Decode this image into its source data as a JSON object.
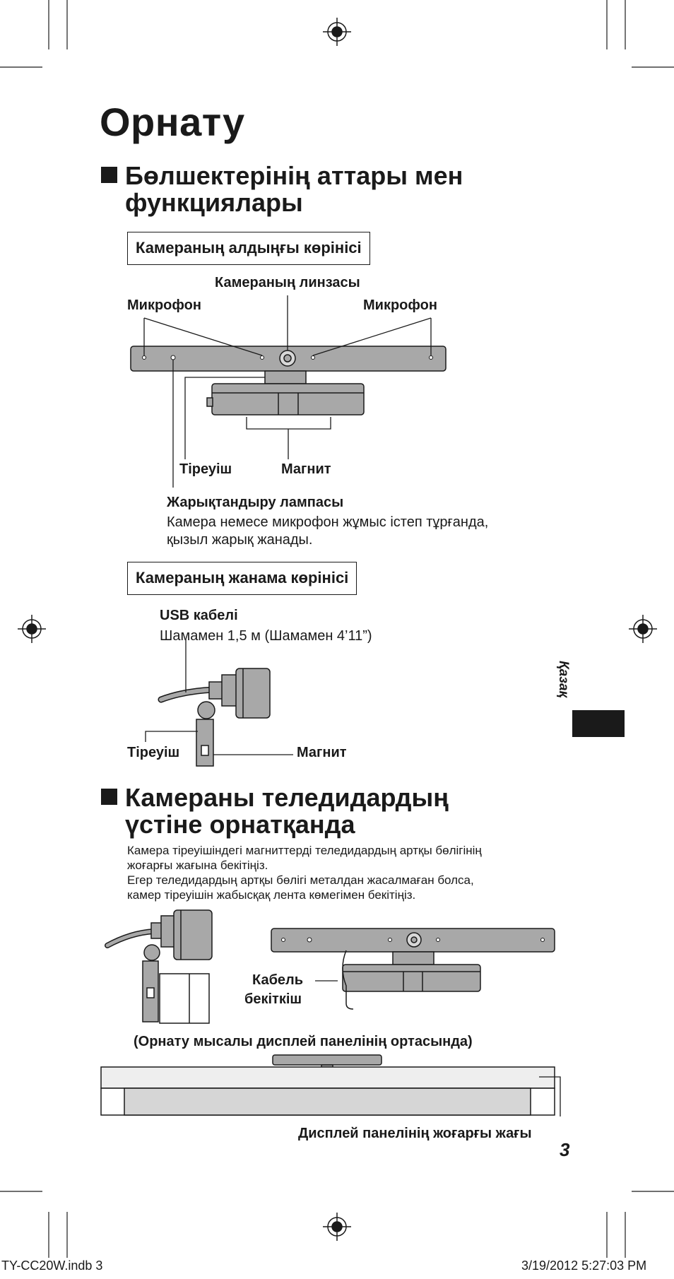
{
  "page_title": "Орнату",
  "section1": {
    "title_line1": "Бөлшектерінің аттары мен",
    "title_line2": "функциялары"
  },
  "front_view": {
    "heading": "Камераның алдыңғы көрінісі",
    "lens_label": "Камераның линзасы",
    "mic_left_label": "Микрофон",
    "mic_right_label": "Микрофон",
    "stand_label": "Тіреуіш",
    "magnet_label": "Магнит",
    "lamp_label": "Жарықтандыру лампасы",
    "lamp_desc_line1": "Камера немесе микрофон жұмыс істеп тұрғанда,",
    "lamp_desc_line2": "қызыл жарық жанады."
  },
  "side_view": {
    "heading": "Камераның жанама көрінісі",
    "usb_label": "USB кабелі",
    "usb_length": "Шамамен 1,5 м (Шамамен 4’11”)",
    "stand_label": "Тіреуіш",
    "magnet_label": "Магнит"
  },
  "section2": {
    "title_line1": "Камераны теледидардың",
    "title_line2": "үстіне орнатқанда",
    "body_line1": "Камера тіреуішіндегі магниттерді теледидардың артқы бөлігінің",
    "body_line2": "жоғарғы жағына бекітіңіз.",
    "body_line3": "Егер теледидардың артқы бөлігі металдан жасалмаған болса,",
    "body_line4": "камер тіреуішін жабысқақ лента көмегімен бекітіңіз.",
    "cable_holder_line1": "Кабель",
    "cable_holder_line2": "бекіткіш",
    "example_caption": "(Орнату мысалы дисплей панелінің ортасында)",
    "panel_top_label": "Дисплей панелінің жоғарғы жағы"
  },
  "side_tab_label": "Қазақ",
  "page_number": "3",
  "footer": {
    "file": "TY-CC20W.indb   3",
    "timestamp": "3/19/2012   5:27:03 PM"
  }
}
